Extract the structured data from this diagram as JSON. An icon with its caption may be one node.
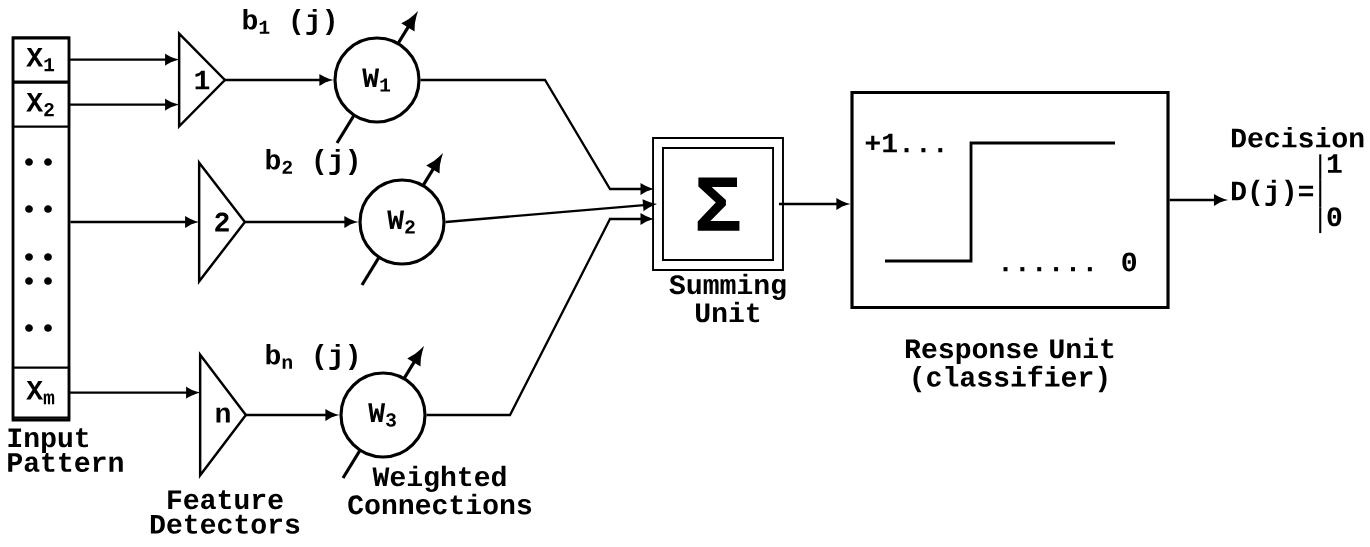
{
  "diagram": {
    "nodes": [
      {
        "text": [
          "Input Pattern"
        ]
      },
      {
        "text": [
          "X$_{1}$"
        ],
        "in": 0
      },
      {
        "text": [
          "X$_{2}$"
        ],
        "in": 0
      },
      {
        "text": [
          "X$_{m}$"
        ],
        "in": 0
      },
      {
        "text": [
          "1"
        ]
      },
      {
        "text": [
          "2"
        ]
      },
      {
        "text": [
          "n"
        ]
      },
      {
        "text": [
          "W$_{1}$"
        ]
      },
      {
        "text": [
          "W$_{2}$"
        ]
      },
      {
        "text": [
          "W$_{3}$"
        ]
      },
      {
        "text": [
          "Σ",
          "Summing Unit"
        ]
      },
      {
        "text": [
          "+1...",
          "...... 0",
          "Response Unit (classifier)"
        ]
      },
      {
        "text": [
          "Decision",
          "D(j)=",
          "1",
          "0"
        ]
      }
    ],
    "edges": [
      {
        "from": 1,
        "to": 4,
        "arrow": "to"
      },
      {
        "from": 2,
        "to": 4,
        "arrow": "to"
      },
      {
        "from": 0,
        "to": 5,
        "arrow": "to"
      },
      {
        "from": 3,
        "to": 6,
        "arrow": "to"
      },
      {
        "from": 4,
        "to": 7,
        "arrow": "to",
        "label": "b$_{1}$ (j)"
      },
      {
        "from": 5,
        "to": 8,
        "arrow": "to",
        "label": "b$_{2}$ (j)"
      },
      {
        "from": 6,
        "to": 9,
        "arrow": "to",
        "label": "b$_{n}$ (j)"
      },
      {
        "from": 7,
        "to": 10,
        "arrow": "to"
      },
      {
        "from": 8,
        "to": 10,
        "arrow": "to"
      },
      {
        "from": 9,
        "to": 10,
        "arrow": "to"
      },
      {
        "from": 10,
        "to": 11,
        "arrow": "to"
      },
      {
        "from": 11,
        "to": 12,
        "arrow": "to"
      }
    ],
    "labels": [
      "Feature Detectors",
      "Weighted Connections"
    ]
  }
}
